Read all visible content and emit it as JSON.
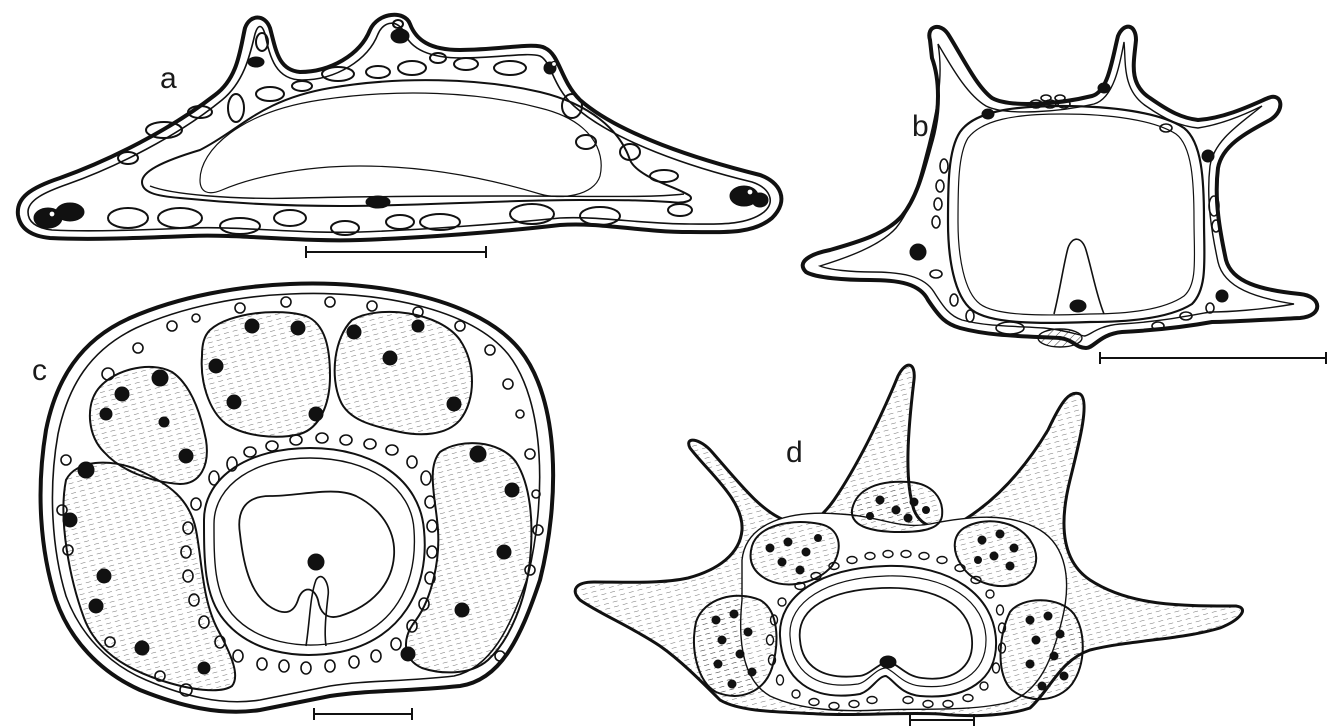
{
  "panels": {
    "a": {
      "label": "a"
    },
    "b": {
      "label": "b"
    },
    "c": {
      "label": "c"
    },
    "d": {
      "label": "d"
    }
  },
  "colors": {
    "ink": "#111111",
    "background": "#ffffff"
  }
}
